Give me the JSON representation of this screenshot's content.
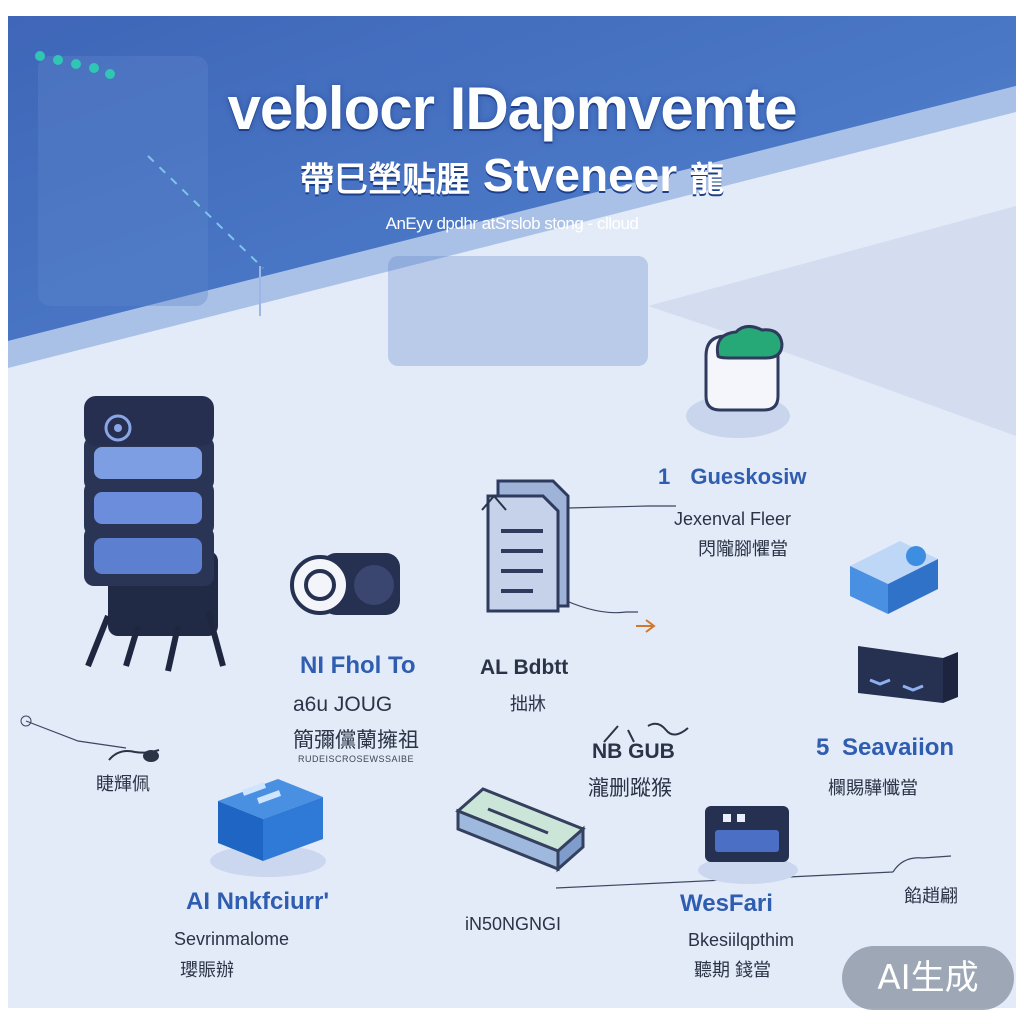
{
  "header": {
    "title": "veblocr IDapmvemte",
    "subtitle_cn": "帶巳塋贴腥",
    "subtitle_en": "Stveneer",
    "subtitle_cn_end": "龍",
    "tagline": "AnEyv dpdhr atSrslob stong - clloud"
  },
  "nodes": [
    {
      "number": "1",
      "label": "Gueskosiw"
    },
    {
      "label": "Jexenval Fleer",
      "sub": "閃隴腳懼當"
    },
    {
      "label": "NI Fhol To",
      "sub": "a6u JOUG",
      "cn": "簡彌儻蘭擁祖",
      "tiny": "RUDEISCROSEWSSAIBE"
    },
    {
      "label": "AL Bdbtt",
      "sub": "拙牀"
    },
    {
      "label": "NB GUB",
      "sub": "瀧删蹤猴"
    },
    {
      "number": "5",
      "label": "Seavaiion",
      "sub": "欄賜驊懺當"
    },
    {
      "label": "AI Nnkfciurr'",
      "sub": "Sevrinmalome",
      "cn": "瓔賑辦"
    },
    {
      "label": "iN50NGNGI"
    },
    {
      "label": "WesFari",
      "sub": "Bkesiilqpthim",
      "cn": "聽期 錢當"
    },
    {
      "label": "睫輝佩"
    },
    {
      "label": "餡趙翩"
    }
  ],
  "badge": {
    "text": "AI生成"
  },
  "colors": {
    "primary": "#2f5db0",
    "accent": "#2bb07a",
    "device": "#2f3b5e",
    "bright": "#3d8de0"
  }
}
